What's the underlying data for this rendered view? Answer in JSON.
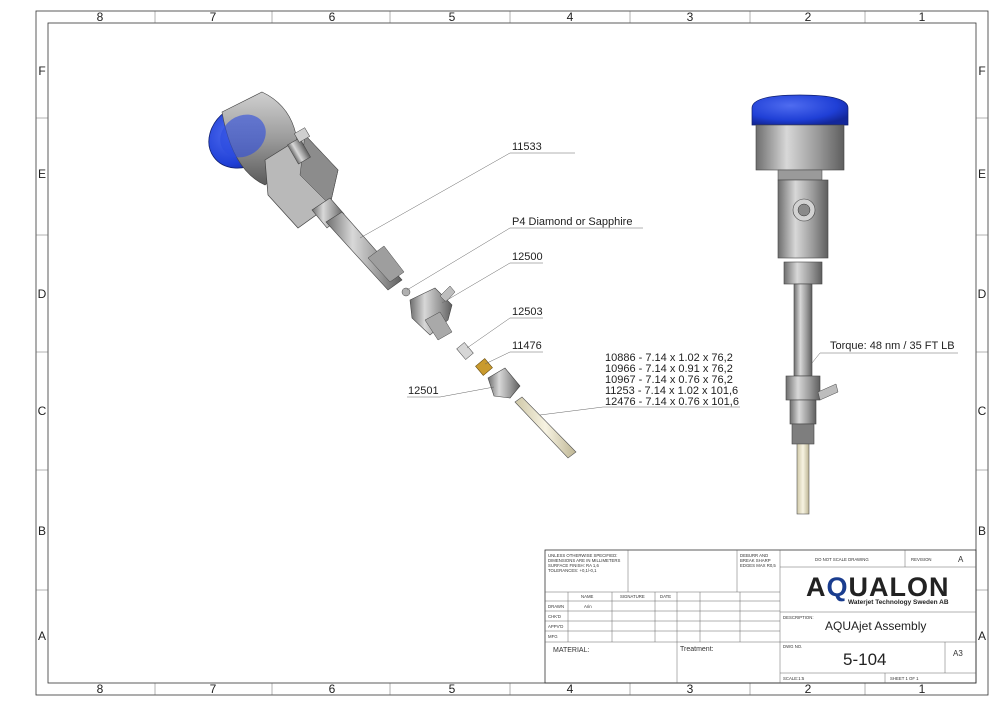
{
  "border": {
    "top_columns": [
      "8",
      "7",
      "6",
      "5",
      "4",
      "3",
      "2",
      "1"
    ],
    "bottom_columns": [
      "8",
      "7",
      "6",
      "5",
      "4",
      "3",
      "2",
      "1"
    ],
    "left_rows": [
      "F",
      "E",
      "D",
      "C",
      "B",
      "A"
    ],
    "right_rows": [
      "F",
      "E",
      "D",
      "C",
      "B",
      "A"
    ]
  },
  "callouts": {
    "c11533": "11533",
    "p4": "P4 Diamond or Sapphire",
    "c12500": "12500",
    "c12503": "12503",
    "c11476": "11476",
    "c12501": "12501",
    "tube_list": [
      "10886 - 7.14 x 1.02 x 76,2",
      "10966 - 7.14 x 0.91 x 76,2",
      "10967 - 7.14 x 0.76 x 76,2",
      "11253 - 7.14 x 1.02 x 101,6",
      "12476 -  7.14 x 0.76 x 101,6"
    ],
    "torque": "Torque: 48 nm / 35 FT LB"
  },
  "colors": {
    "gauge_blue": "#1f3fd6",
    "metal": "#a6a6a6",
    "brass": "#c99a2e",
    "tube": "#ece6c8",
    "logo_accent": "#1a3d8f"
  },
  "title_block": {
    "notes": [
      "UNLESS OTHERWISE SPECIFIED:",
      "DIMENSIONS ARE IN MILLIMETERS",
      "SURFACE FINISH: RA 1,6",
      "TOLERANCES: +0,1/-0,1"
    ],
    "deburr": [
      "DEBURR AND",
      "BREAK SHARP",
      "EDGES MAX R0,5"
    ],
    "do_not_scale": "DO NOT SCALE DRAWING",
    "revision_label": "REVISION",
    "revision": "A",
    "table_headers": {
      "name": "NAME",
      "signature": "SIGNATURE",
      "date": "DATE"
    },
    "rows": [
      "DRAWN",
      "CHK'D",
      "APPV'D",
      "MFG"
    ],
    "drawn_by": "Arin",
    "logo_pre": "A",
    "logo_q": "Q",
    "logo_post": "UALON",
    "logo_sub": "Waterjet Technology Sweden AB",
    "description_label": "DESCRIPTION:",
    "description": "AQUAjet Assembly",
    "material_label": "MATERIAL:",
    "treatment_label": "Treatment:",
    "dwg_label": "DWG NO.",
    "dwg_no": "5-104",
    "size": "A3",
    "scale": "SCALE:1:5",
    "sheet": "SHEET 1 OF 1"
  }
}
